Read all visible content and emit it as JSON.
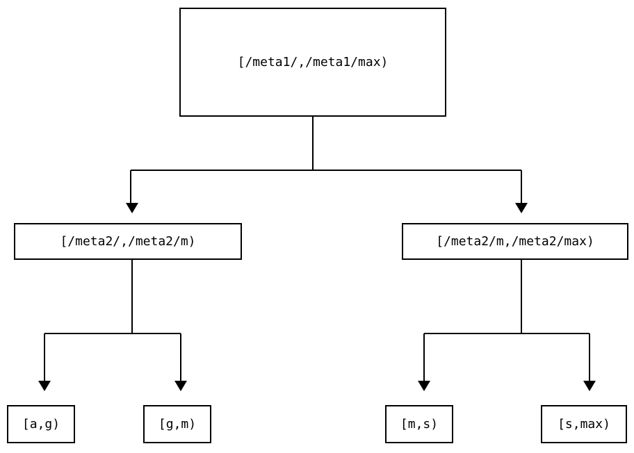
{
  "diagram": {
    "type": "tree",
    "title": "",
    "background_color": "#ffffff",
    "line_color": "#000000",
    "text_color": "#000000",
    "nodes": {
      "root": {
        "label": "[/meta1/,/meta1/max)",
        "level": 0
      },
      "mid_left": {
        "label": "[/meta2/,/meta2/m)",
        "level": 1
      },
      "mid_right": {
        "label": "[/meta2/m,/meta2/max)",
        "level": 1
      },
      "leaf_1": {
        "label": "[a,g)",
        "level": 2
      },
      "leaf_2": {
        "label": "[g,m)",
        "level": 2
      },
      "leaf_3": {
        "label": "[m,s)",
        "level": 2
      },
      "leaf_4": {
        "label": "[s,max)",
        "level": 2
      }
    },
    "edges": [
      {
        "from": "root",
        "to": "mid_left",
        "arrow": "triangle-down"
      },
      {
        "from": "root",
        "to": "mid_right",
        "arrow": "triangle-down"
      },
      {
        "from": "mid_left",
        "to": "leaf_1",
        "arrow": "triangle-down"
      },
      {
        "from": "mid_left",
        "to": "leaf_2",
        "arrow": "triangle-down"
      },
      {
        "from": "mid_right",
        "to": "leaf_3",
        "arrow": "triangle-down"
      },
      {
        "from": "mid_right",
        "to": "leaf_4",
        "arrow": "triangle-down"
      }
    ]
  }
}
